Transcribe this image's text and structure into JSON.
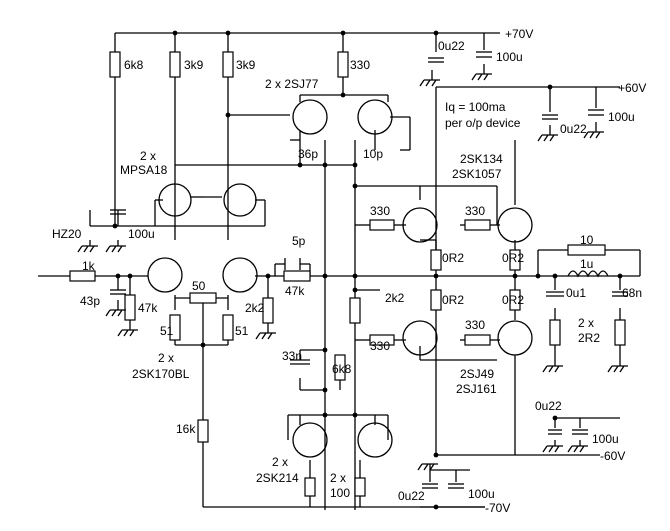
{
  "labels": {
    "rail_plus70": "+70V",
    "rail_plus60": "+60V",
    "rail_minus60": "-60V",
    "rail_minus70": "-70V",
    "r_6k8_top": "6k8",
    "r_3k9_left": "3k9",
    "r_3k9_right": "3k9",
    "r_330_top": "330",
    "q_2sj77": "2 x 2SJ77",
    "c_0u22_top": "0u22",
    "c_100u_top": "100u",
    "c_0u22_plus60": "0u22",
    "c_100u_plus60": "100u",
    "iq_line1": "Iq = 100ma",
    "iq_line2": "per o/p device",
    "c_36p": "36p",
    "c_10p": "10p",
    "q_2sk134": "2SK134",
    "q_2sk1057": "2SK1057",
    "q_mpsa_count": "2 x",
    "q_mpsa18": "MPSA18",
    "r_330_drv_top": "330",
    "r_330_out_top": "330",
    "d_hz20": "HZ20",
    "c_100u_zener": "100u",
    "c_5p": "5p",
    "r_10": "10",
    "l_1u": "1u",
    "r_1k": "1k",
    "r_0r2_1": "0R2",
    "r_0r2_3": "0R2",
    "r_50": "50",
    "r_47k_fb": "47k",
    "c_43p": "43p",
    "r_47k_input": "47k",
    "r_2k2_fb": "2k2",
    "r_2k2_trim": "2k2",
    "r_0r2_2": "0R2",
    "r_0r2_4": "0R2",
    "c_0u1": "0u1",
    "c_68n": "68n",
    "r_51_left": "51",
    "r_51_right": "51",
    "r_330_drv_bot": "330",
    "r_330_out_bot": "330",
    "r_2r2_count": "2 x",
    "r_2r2": "2R2",
    "q_sk170_count": "2 x",
    "q_2sk170bl": "2SK170BL",
    "c_33n": "33n",
    "r_6k8_mid": "6k8",
    "q_2sj49": "2SJ49",
    "q_2sj161": "2SJ161",
    "c_0u22_minus60": "0u22",
    "c_100u_minus60": "100u",
    "r_16k": "16k",
    "q_sk214_count": "2 x",
    "q_2sk214": "2SK214",
    "r_100_count": "2 x",
    "r_100": "100",
    "c_0u22_bottom": "0u22",
    "c_100u_bottom": "100u"
  }
}
